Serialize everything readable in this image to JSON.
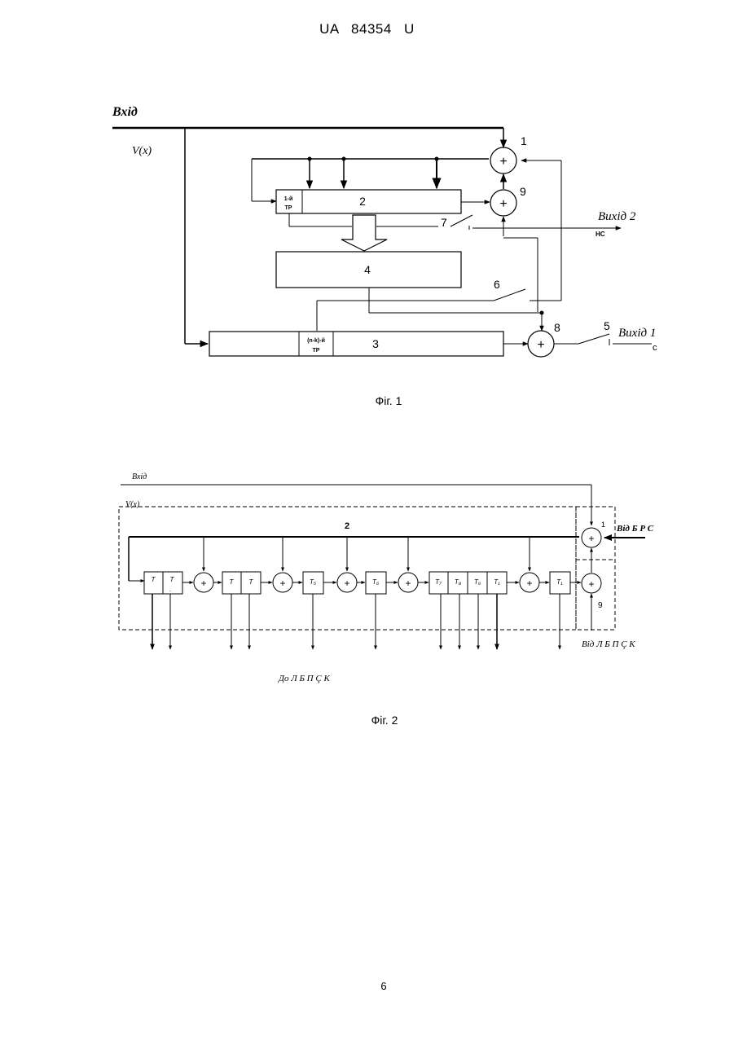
{
  "header": "UA   84354   U",
  "page_number": "6",
  "fig1": {
    "caption": "Фіг. 1",
    "input_label": "Вхід",
    "vx_label": "V(x)",
    "output2_label": "Вихід 2",
    "output2_sub": "НС",
    "output1_label": "Вихід 1",
    "output1_sub": "с",
    "reg2_cell": [
      "1-й",
      "ТР"
    ],
    "reg3_cell": [
      "(n-k)-й",
      "ТР"
    ],
    "adder_sign": "+",
    "numbers": {
      "n1": "1",
      "n2": "2",
      "n3": "3",
      "n4": "4",
      "n5": "5",
      "n6": "6",
      "n7": "7",
      "n8": "8",
      "n9": "9"
    }
  },
  "fig2": {
    "caption": "Фіг. 2",
    "input_label": "Вхід",
    "vx_label": "V(x)",
    "from_brs": "Від Б Р С",
    "from_lbpsk": "Від Л Б П Ç К",
    "to_lbpsk": "До Л Б П Ç К",
    "num2": "2",
    "num1": "1",
    "num9": "9",
    "adder_sign": "+",
    "cells": [
      "Т",
      "Т",
      "Т",
      "Т",
      "Т₅",
      "Т₆",
      "Т₇",
      "Т₈",
      "Т₉",
      "Т₁",
      "Т₁"
    ],
    "cell_sub": "."
  }
}
